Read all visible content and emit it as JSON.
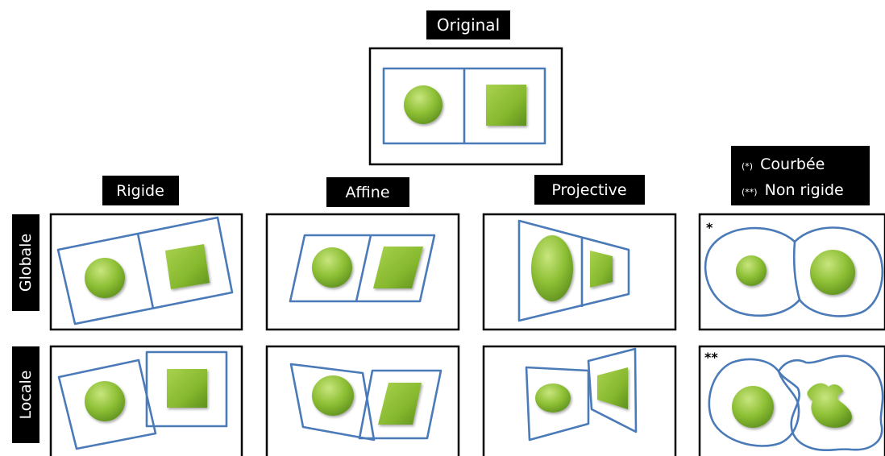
{
  "labels": {
    "original": "Original",
    "rigide": "Rigide",
    "affine": "Affine",
    "projective": "Projective",
    "globale": "Globale",
    "locale": "Locale"
  },
  "legend": {
    "curved_mark": "(*)",
    "curved": "Courbée",
    "nonrigid_mark": "(**)",
    "nonrigid": "Non rigide"
  },
  "markers": {
    "curved": "*",
    "nonrigid": "**"
  },
  "colors": {
    "shape_fill": "#8dbf34",
    "shape_highlight": "#c5e37a",
    "shape_shadow": "#5a8a1c",
    "outline": "#4a7ab8",
    "label_bg": "#000000",
    "label_text": "#ffffff"
  }
}
